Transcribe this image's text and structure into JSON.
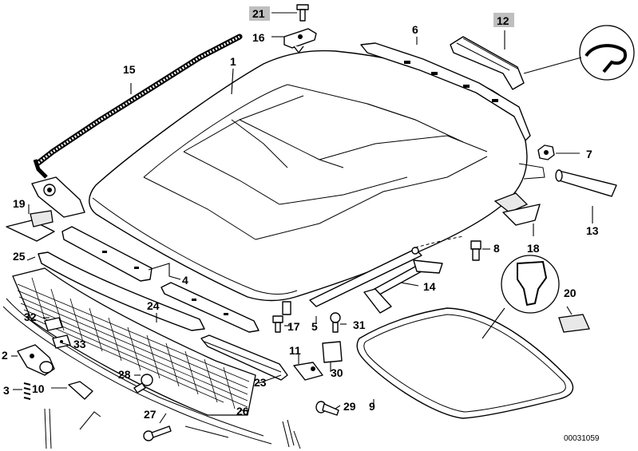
{
  "diagram": {
    "document_number": "00031059",
    "highlighted_parts": [
      "21",
      "12"
    ],
    "callouts": [
      {
        "id": "c1",
        "label": "1"
      },
      {
        "id": "c2",
        "label": "2"
      },
      {
        "id": "c3",
        "label": "3"
      },
      {
        "id": "c4",
        "label": "4"
      },
      {
        "id": "c5",
        "label": "5"
      },
      {
        "id": "c6",
        "label": "6"
      },
      {
        "id": "c7",
        "label": "7"
      },
      {
        "id": "c8",
        "label": "8"
      },
      {
        "id": "c9",
        "label": "9"
      },
      {
        "id": "c10",
        "label": "10"
      },
      {
        "id": "c11",
        "label": "11"
      },
      {
        "id": "c12",
        "label": "12"
      },
      {
        "id": "c13",
        "label": "13"
      },
      {
        "id": "c14",
        "label": "14"
      },
      {
        "id": "c15",
        "label": "15"
      },
      {
        "id": "c16",
        "label": "16"
      },
      {
        "id": "c17",
        "label": "17"
      },
      {
        "id": "c18",
        "label": "18"
      },
      {
        "id": "c19",
        "label": "19"
      },
      {
        "id": "c20",
        "label": "20"
      },
      {
        "id": "c21",
        "label": "21"
      },
      {
        "id": "c23",
        "label": "23"
      },
      {
        "id": "c24",
        "label": "24"
      },
      {
        "id": "c25",
        "label": "25"
      },
      {
        "id": "c26",
        "label": "26"
      },
      {
        "id": "c27",
        "label": "27"
      },
      {
        "id": "c28",
        "label": "28"
      },
      {
        "id": "c29",
        "label": "29"
      },
      {
        "id": "c30",
        "label": "30"
      },
      {
        "id": "c31",
        "label": "31"
      },
      {
        "id": "c32",
        "label": "32"
      },
      {
        "id": "c33",
        "label": "33"
      }
    ]
  }
}
